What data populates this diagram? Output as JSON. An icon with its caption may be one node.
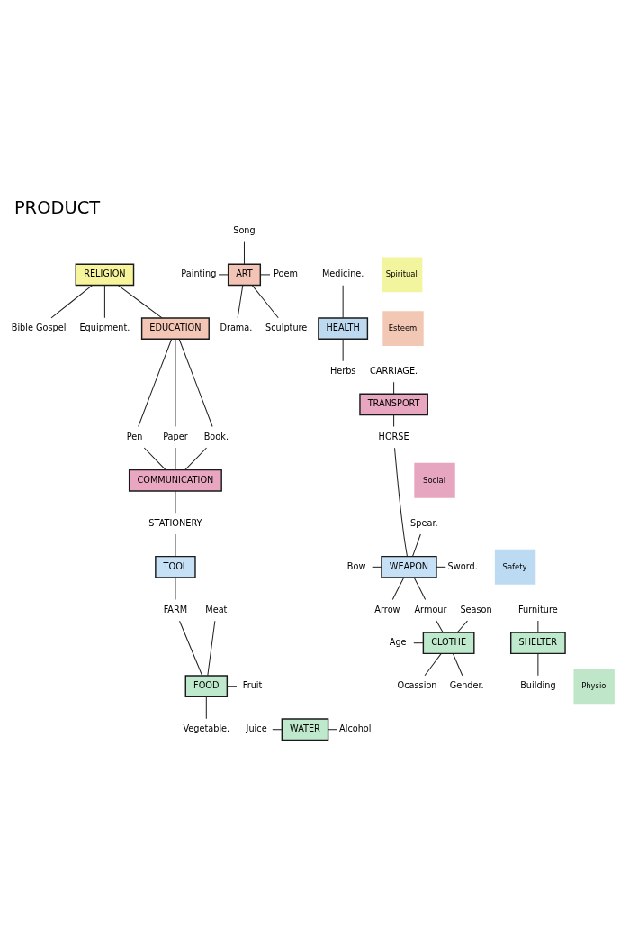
{
  "diagram": {
    "title": "PRODUCT",
    "nodes": [
      {
        "text": [
          "RELIGION"
        ]
      },
      {
        "text": [
          "Song"
        ]
      },
      {
        "text": [
          "ART"
        ]
      },
      {
        "text": [
          "Poem"
        ]
      },
      {
        "text": [
          "Painting"
        ]
      },
      {
        "text": [
          "Drama."
        ]
      },
      {
        "text": [
          "Sculpture"
        ]
      },
      {
        "text": [
          "Bible Gospel"
        ]
      },
      {
        "text": [
          "Equipment."
        ]
      },
      {
        "text": [
          "Medicine."
        ]
      },
      {
        "text": [
          "EDUCATION"
        ]
      },
      {
        "text": [
          "HEALTH"
        ]
      },
      {
        "text": [
          "Herbs"
        ]
      },
      {
        "text": [
          "CARRIAGE."
        ]
      },
      {
        "text": [
          "TRANSPORT"
        ]
      },
      {
        "text": [
          "Pen"
        ]
      },
      {
        "text": [
          "Paper"
        ]
      },
      {
        "text": [
          "Book."
        ]
      },
      {
        "text": [
          "HORSE"
        ]
      },
      {
        "text": [
          "COMMUNICATION"
        ]
      },
      {
        "text": [
          "STATIONERY"
        ]
      },
      {
        "text": [
          "Spear."
        ]
      },
      {
        "text": [
          "Bow"
        ]
      },
      {
        "text": [
          "TOOL"
        ]
      },
      {
        "text": [
          "Sword."
        ]
      },
      {
        "text": [
          "WEAPON"
        ]
      },
      {
        "text": [
          "FARM"
        ]
      },
      {
        "text": [
          "Arrow"
        ]
      },
      {
        "text": [
          "Armour"
        ]
      },
      {
        "text": [
          "Season"
        ]
      },
      {
        "text": [
          "Furniture"
        ]
      },
      {
        "text": [
          "Meat"
        ]
      },
      {
        "text": [
          "Age"
        ]
      },
      {
        "text": [
          "CLOTHE"
        ]
      },
      {
        "text": [
          "SHELTER"
        ]
      },
      {
        "text": [
          "FOOD"
        ]
      },
      {
        "text": [
          "Fruit"
        ]
      },
      {
        "text": [
          "Ocassion"
        ]
      },
      {
        "text": [
          "Gender."
        ]
      },
      {
        "text": [
          "Building"
        ]
      },
      {
        "text": [
          "Vegetable."
        ]
      },
      {
        "text": [
          "Juice"
        ]
      },
      {
        "text": [
          "WATER"
        ]
      },
      {
        "text": [
          "Alcohol"
        ]
      }
    ],
    "edges": [
      {
        "from": 0,
        "to": 10,
        "arrow": "none"
      },
      {
        "from": 0,
        "to": 7,
        "arrow": "none"
      },
      {
        "from": 0,
        "to": 8,
        "arrow": "none"
      },
      {
        "from": 1,
        "to": 2,
        "arrow": "none"
      },
      {
        "from": 2,
        "to": 3,
        "arrow": "none"
      },
      {
        "from": 4,
        "to": 2,
        "arrow": "none"
      },
      {
        "from": 2,
        "to": 5,
        "arrow": "none"
      },
      {
        "from": 2,
        "to": 6,
        "arrow": "none"
      },
      {
        "from": 9,
        "to": 11,
        "arrow": "none"
      },
      {
        "from": 11,
        "to": 12,
        "arrow": "none"
      },
      {
        "from": 10,
        "to": 15,
        "arrow": "none"
      },
      {
        "from": 10,
        "to": 16,
        "arrow": "none"
      },
      {
        "from": 10,
        "to": 17,
        "arrow": "none"
      },
      {
        "from": 13,
        "to": 14,
        "arrow": "none"
      },
      {
        "from": 14,
        "to": 18,
        "arrow": "none"
      },
      {
        "from": 15,
        "to": 19,
        "arrow": "none"
      },
      {
        "from": 16,
        "to": 19,
        "arrow": "none"
      },
      {
        "from": 17,
        "to": 19,
        "arrow": "none"
      },
      {
        "from": 19,
        "to": 20,
        "arrow": "none"
      },
      {
        "from": 20,
        "to": 23,
        "arrow": "none"
      },
      {
        "from": 18,
        "to": 25,
        "arrow": "none"
      },
      {
        "from": 21,
        "to": 25,
        "arrow": "none"
      },
      {
        "from": 22,
        "to": 25,
        "arrow": "none"
      },
      {
        "from": 25,
        "to": 24,
        "arrow": "none"
      },
      {
        "from": 25,
        "to": 27,
        "arrow": "none"
      },
      {
        "from": 25,
        "to": 28,
        "arrow": "none"
      },
      {
        "from": 23,
        "to": 26,
        "arrow": "none"
      },
      {
        "from": 26,
        "to": 35,
        "arrow": "none"
      },
      {
        "from": 28,
        "to": 33,
        "arrow": "none"
      },
      {
        "from": 29,
        "to": 33,
        "arrow": "none"
      },
      {
        "from": 32,
        "to": 33,
        "arrow": "none"
      },
      {
        "from": 33,
        "to": 37,
        "arrow": "none"
      },
      {
        "from": 33,
        "to": 38,
        "arrow": "none"
      },
      {
        "from": 30,
        "to": 34,
        "arrow": "none"
      },
      {
        "from": 34,
        "to": 39,
        "arrow": "none"
      },
      {
        "from": 31,
        "to": 35,
        "arrow": "none"
      },
      {
        "from": 35,
        "to": 36,
        "arrow": "none"
      },
      {
        "from": 35,
        "to": 40,
        "arrow": "none"
      },
      {
        "from": 41,
        "to": 42,
        "arrow": "none"
      },
      {
        "from": 42,
        "to": 43,
        "arrow": "none"
      }
    ],
    "legend": [
      {
        "text": "Spiritual",
        "color": "#f3f49e"
      },
      {
        "text": "Esteem",
        "color": "#f2c7b4"
      },
      {
        "text": "Social",
        "color": "#e6a6bf"
      },
      {
        "text": "Safety",
        "color": "#bcdaf1"
      },
      {
        "text": "Physio",
        "color": "#bfe6c9"
      }
    ]
  }
}
